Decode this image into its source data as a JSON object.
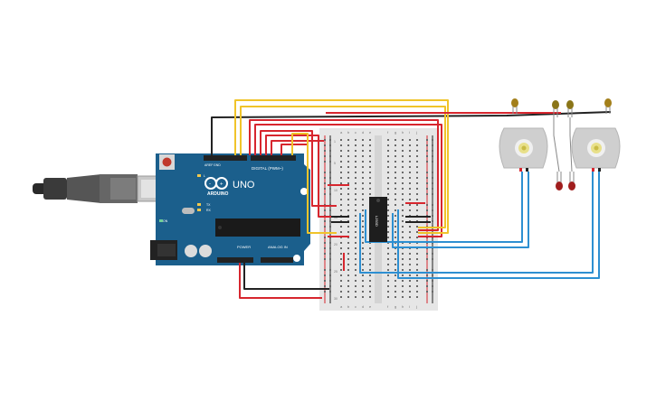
{
  "arduino": {
    "brand": "ARDUINO",
    "model": "UNO",
    "digital_label": "DIGITAL (PWM~)",
    "power_label": "POWER",
    "analog_label": "ANALOG IN",
    "tx_label": "TX",
    "rx_label": "RX",
    "l_label": "L",
    "on_label": "ON",
    "aref_label": "AREF",
    "gnd_label": "GND"
  },
  "breadboard": {
    "col_letters_left": [
      "a",
      "b",
      "c",
      "d",
      "e"
    ],
    "col_letters_right": [
      "f",
      "g",
      "h",
      "i",
      "j"
    ],
    "row_numbers": [
      "1",
      "5",
      "10",
      "15",
      "20",
      "25",
      "30"
    ]
  },
  "chip": {
    "label": "L293D"
  },
  "colors": {
    "board": "#1b5f8c",
    "breadboard": "#e6e6e6",
    "wire_red": "#d7262e",
    "wire_black": "#222222",
    "wire_yellow": "#f0c42a",
    "wire_blue": "#2d8fd1",
    "motor_body": "#cfcfcf",
    "motor_shaft": "#e8e08a"
  }
}
